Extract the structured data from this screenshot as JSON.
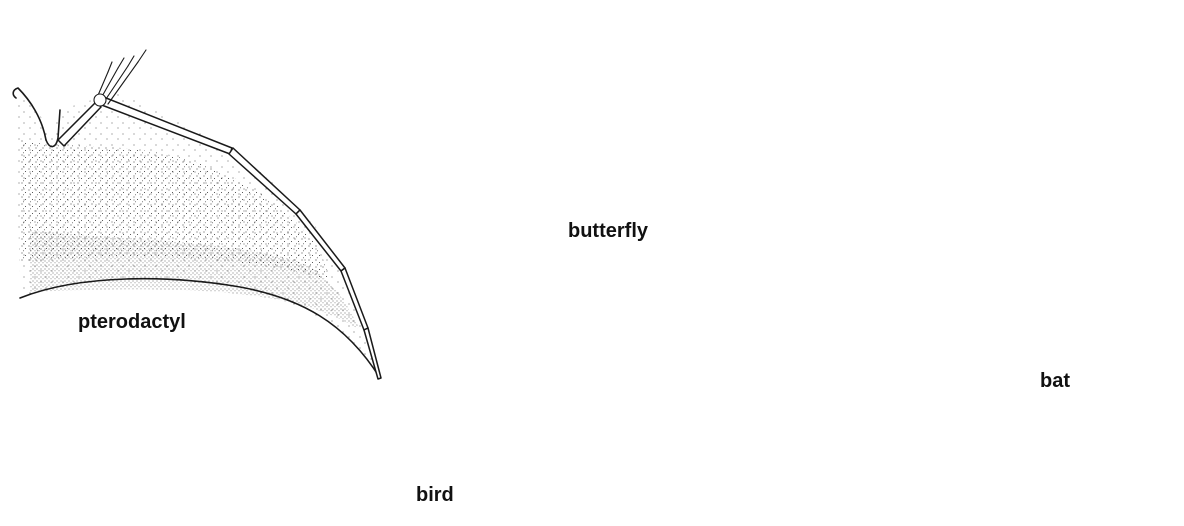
{
  "labels": {
    "pterodactyl": "pterodactyl",
    "butterfly": "butterfly",
    "bird": "bird",
    "bat": "bat"
  },
  "colors": {
    "ink": "#1a1a1a",
    "background": "#ffffff"
  }
}
